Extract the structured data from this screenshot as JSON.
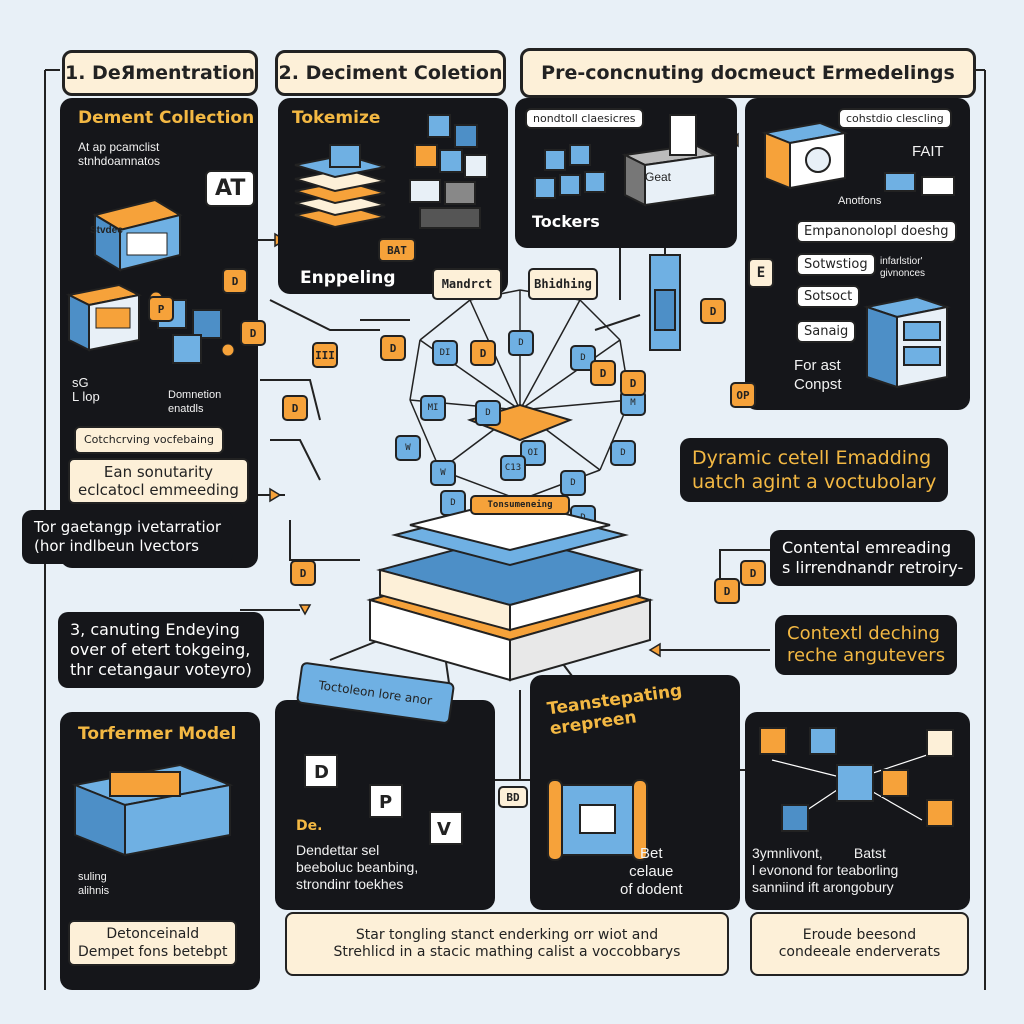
{
  "headers": {
    "h1": "1. DeЯmentration",
    "h2": "2. Deciment Coletion",
    "h3": "Pre-concnuting docmeuct Ermedelings"
  },
  "panel_left": {
    "title": "Dement Collection",
    "note": "At ap pcamclist\nstnhdoamnatos",
    "icon_text": "AT",
    "box_label": "Stvdec",
    "side_label": "Domnetion\nenatdls",
    "small_label": "sG\nL lop",
    "bar_label": "Cotchcrving vocfebaing",
    "orange_box": "Ean sonutarity\neclcatocl emmeeding",
    "callout": "Tor gaetangp ivetarratior\n(hor indlbeun lvectors"
  },
  "panel_tokenize": {
    "title": "Tokemize",
    "sub": "Enppeling",
    "tag": "BAT"
  },
  "panel_top_mid": {
    "label": "nondtoll claesicres",
    "tokens_label": "Tockers",
    "device_text": "Geat"
  },
  "panel_top_right": {
    "label1": "cohstdio clescling",
    "fait": "FAIT",
    "anotions": "Anotfons",
    "l2": "Empanonolopl doeshg",
    "l3": "Sotwstiog",
    "l3b": "infarlstior'\ngivnonces",
    "l4": "Sotsoct",
    "l5": "Sanaig",
    "bottom_txt": "For ast\nConpst",
    "side_tag": "E"
  },
  "center": {
    "tag1": "Mandrct",
    "tag2": "Bhidhing",
    "node_labels": [
      "MI",
      "DI",
      "D",
      "D",
      "M",
      "W",
      "W",
      "OI",
      "D",
      "D",
      "D",
      "C13",
      "D",
      "D"
    ],
    "orange_tags": [
      "D",
      "D",
      "III",
      "D",
      "OP",
      "P",
      "D",
      "D",
      "D",
      "D",
      "D",
      "D",
      "D",
      "D"
    ],
    "book_label": "Tonsumeneing"
  },
  "callouts_right": {
    "dynamic": "Dyramic cetell Emadding\nuatch agint a voctubolary",
    "contental": "Contental emreading\ns lirrendnandr retroiry-",
    "context": "Contextl deching\nreche angutevers"
  },
  "callout_mid_left": "3, canuting Endeying\nover of etert tokgeing,\nthr cetangaur voteyro)",
  "bottom": {
    "panel1_title": "Torfermer Model",
    "panel1_small": "suling\nalihnis",
    "panel1_box": "Detonceinald\nDempet fons betebpt",
    "blue_banner": "Toctoleon lore anor",
    "panel2_de": "De.",
    "panel2_txt": "Dendettar sel\nbeeboluc beanbing,\nstrondinr toekhes",
    "panel2_box": "Star tongling stanct enderking orr wiot and\nStrehlicd in a stacic mathing calist a voccobbarys",
    "panel3_title": "Teanstepating\nerepreen",
    "panel3_txt": "Bet\ncelaue\nof dodent",
    "panel4_txt": "3ymnlivont,        Batst\nl evonond for teaborling\nsanniind ift arongobury",
    "panel4_box": "Eroude beesond\ncondeeale enderverats",
    "bd_tag": "BD"
  },
  "colors": {
    "panel_bg": "#15161a",
    "accent_orange": "#f6a23a",
    "accent_blue": "#6fb0e3",
    "cream": "#fdf0d8",
    "title_yellow": "#f3b843",
    "background": "#e8f0f7"
  }
}
